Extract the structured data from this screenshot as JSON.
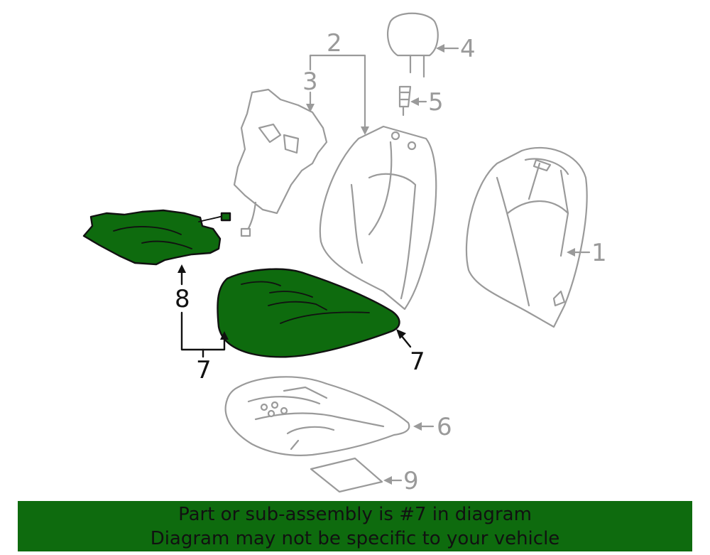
{
  "callouts": {
    "part1": "1",
    "part2": "2",
    "part3": "3",
    "part4": "4",
    "part5": "5",
    "part6": "6",
    "part7_a": "7",
    "part7_b": "7",
    "part8": "8",
    "part9": "9"
  },
  "highlight": {
    "part_number": "7",
    "color": "#0e6b0e"
  },
  "banner": {
    "line1": "Part or sub-assembly is #7 in diagram",
    "line2": "Diagram may not be specific to your vehicle",
    "background": "#0e6b0e"
  }
}
